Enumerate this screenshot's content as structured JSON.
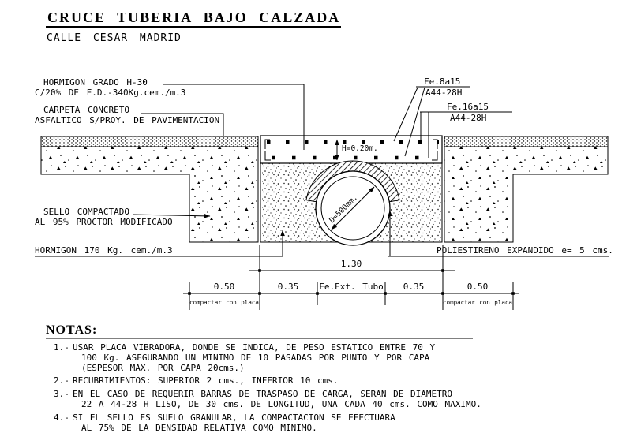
{
  "title": "CRUCE TUBERIA BAJO CALZADA",
  "subtitle": "CALLE CESAR MADRID",
  "callouts": {
    "hormigon_grado_line1": "HORMIGON GRADO H-30",
    "hormigon_grado_line2": "C/20% DE F.D.-340Kg.cem./m.3",
    "carpeta_line1": "CARPETA CONCRETO",
    "carpeta_line2": "ASFALTICO S/PROY. DE PAVIMENTACION",
    "fe8_label": "Fe.8a15",
    "fe8_grade": "A44-28H",
    "fe16_label": "Fe.16a15",
    "fe16_grade": "A44-28H",
    "slab_height": "H=0.20m.",
    "pipe_diameter": "D=500mm.",
    "sello_line1": "SELLO COMPACTADO",
    "sello_line2": "AL 95%  PROCTOR MODIFICADO",
    "hormigon_lean": "HORMIGON 170 Kg. cem./m.3",
    "poliestireno": "POLIESTIRENO EXPANDIDO e= 5 cms."
  },
  "dimensions": {
    "overall": "1.30",
    "seg_left_outer": "0.50",
    "seg_left_inner": "0.35",
    "seg_center": "Fe.Ext. Tubo",
    "seg_right_inner": "0.35",
    "seg_right_outer": "0.50",
    "compact_note_left": "compactar con placa",
    "compact_note_right": "compactar con placa"
  },
  "notes": {
    "heading": "NOTAS:",
    "items": [
      {
        "num": "1.-",
        "lines": [
          "USAR PLACA VIBRADORA, DONDE SE INDICA, DE PESO ESTATICO ENTRE 70 Y",
          "100 Kg. ASEGURANDO UN MINIMO DE 10 PASADAS POR PUNTO Y POR CAPA",
          "(ESPESOR MAX. POR CAPA 20cms.)"
        ]
      },
      {
        "num": "2.-",
        "lines": [
          "RECUBRIMIENTOS: SUPERIOR 2 cms., INFERIOR 10 cms."
        ]
      },
      {
        "num": "3.-",
        "lines": [
          "EN EL CASO DE REQUERIR BARRAS DE TRASPASO DE CARGA, SERAN  DE DIAMETRO",
          "22 A 44-28 H LISO, DE 30 cms. DE LONGITUD, UNA CADA 40 cms. COMO MAXIMO."
        ]
      },
      {
        "num": "4.-",
        "lines": [
          "SI EL SELLO ES SUELO GRANULAR, LA COMPACTACION SE EFECTUARA",
          "AL 75% DE LA DENSIDAD RELATIVA COMO MINIMO."
        ]
      }
    ]
  },
  "colors": {
    "ink": "#000000",
    "paper": "#ffffff"
  }
}
